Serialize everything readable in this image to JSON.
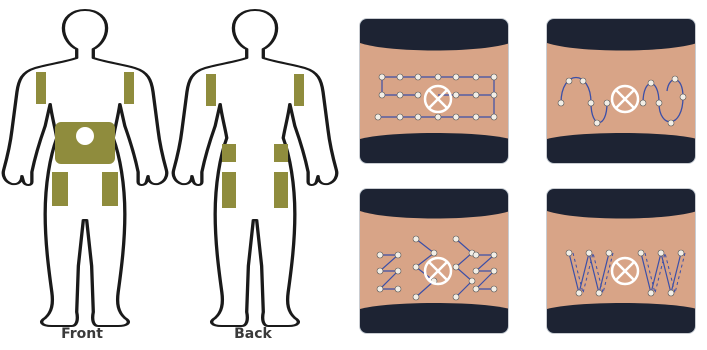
{
  "figures": {
    "front_label": "Front",
    "back_label": "Back"
  },
  "colors": {
    "site_fill": "#8f8c3d",
    "body_outline": "#1a1a1a",
    "skin": "#d8a487",
    "pants": "#1d2333",
    "sky": "#7fb8df",
    "pattern_line": "#3b4fa8",
    "pattern_dot": "#f2eee6"
  },
  "photos": [
    {
      "pattern": "serpentine-rows"
    },
    {
      "pattern": "loops"
    },
    {
      "pattern": "zigzag-arrows"
    },
    {
      "pattern": "w-zigzag"
    }
  ]
}
